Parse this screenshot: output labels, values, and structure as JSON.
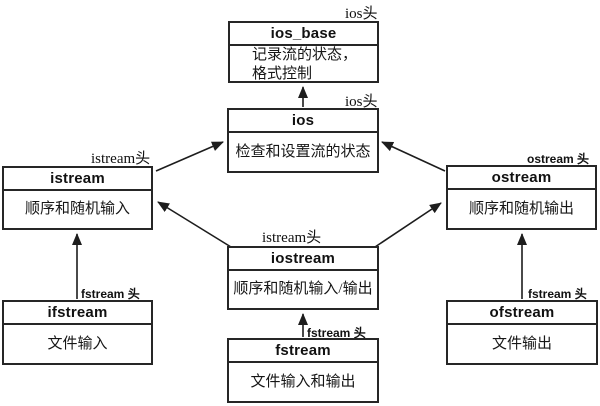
{
  "diagram": {
    "subject": "C++ stream class hierarchy",
    "colors": {
      "box_border": "#262626",
      "arrow": "#1d1d1d",
      "background": "#ffffff",
      "text": "#161616"
    },
    "boxes": [
      {
        "name": "ios_base",
        "header_label": "ios头",
        "title": "ios_base",
        "description": "记录流的状态，\n格式控制"
      },
      {
        "name": "ios",
        "header_label": "ios头",
        "title": "ios",
        "description": "检查和设置流的状态"
      },
      {
        "name": "istream",
        "header_label": "istream头",
        "title": "istream",
        "description": "顺序和随机输入"
      },
      {
        "name": "ostream",
        "header_label": "ostream 头",
        "title": "ostream",
        "description": "顺序和随机输出"
      },
      {
        "name": "iostream",
        "header_label": "istream头",
        "title": "iostream",
        "description": "顺序和随机输入/输出"
      },
      {
        "name": "ifstream",
        "header_label": "fstream 头",
        "title": "ifstream",
        "description": "文件输入"
      },
      {
        "name": "fstream",
        "header_label": "fstream 头",
        "title": "fstream",
        "description": "文件输入和输出"
      },
      {
        "name": "ofstream",
        "header_label": "fstream 头",
        "title": "ofstream",
        "description": "文件输出"
      }
    ],
    "arrows": [
      {
        "from": "ios",
        "to": "ios_base"
      },
      {
        "from": "istream",
        "to": "ios"
      },
      {
        "from": "ostream",
        "to": "ios"
      },
      {
        "from": "iostream",
        "to": "istream"
      },
      {
        "from": "iostream",
        "to": "ostream"
      },
      {
        "from": "ifstream",
        "to": "istream"
      },
      {
        "from": "fstream",
        "to": "iostream"
      },
      {
        "from": "ofstream",
        "to": "ostream"
      }
    ]
  }
}
